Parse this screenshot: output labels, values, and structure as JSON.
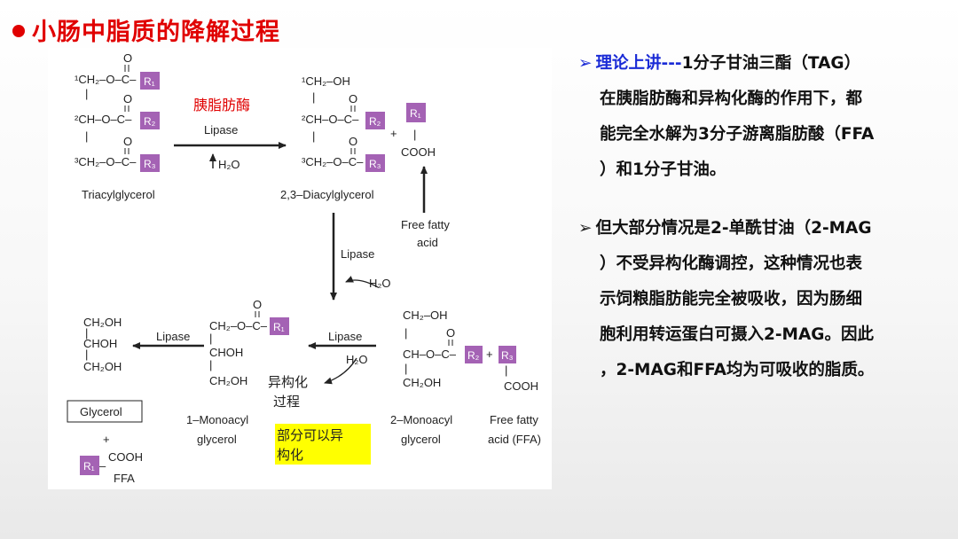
{
  "title": "小肠中脂质的降解过程",
  "colors": {
    "title": "#e00000",
    "accent_blue": "#1a2bd6",
    "r_box": "#a462b4",
    "highlight": "#ffff00"
  },
  "figure": {
    "tag_labels": {
      "c1": "1",
      "ch2o": "CH",
      "sub2": "2",
      "ochar": "–O–C–",
      "c2": "2",
      "ch": "CH–O–C–",
      "c3": "3",
      "oh": "–OH",
      "o": "O"
    },
    "r_labels": [
      "R",
      "1",
      "2",
      "3"
    ],
    "triacylglycerol": "Triacylglycerol",
    "diacylglycerol": "2,3–Diacylglycerol",
    "lipase_cn": "胰脂肪酶",
    "lipase": "Lipase",
    "water": "H",
    "water_o": "O",
    "plus": "+",
    "cooh": "COOH",
    "free_fatty_acid": [
      "Free fatty",
      "acid"
    ],
    "monoacyl_1": [
      "1–Monoacyl",
      "glycerol"
    ],
    "monoacyl_2": [
      "2–Monoacyl",
      "glycerol"
    ],
    "ffa": [
      "Free fatty",
      "acid (FFA)"
    ],
    "glycerol": "Glycerol",
    "ffa_short": "FFA",
    "isomerization": [
      "异构化",
      "过程"
    ],
    "partial": [
      "部分可以异",
      "构化"
    ],
    "ch2oh": "CH",
    "choh": "CHOH",
    "oh_suffix": "OH"
  },
  "side1": {
    "lead": "理论上讲---",
    "lines": [
      "1分子甘油三酯（TAG）",
      "在胰脂肪酶和异构化酶的作用下，都",
      "能完全水解为3分子游离脂肪酸（FFA",
      "）和1分子甘油。"
    ]
  },
  "side2": {
    "lines": [
      "但大部分情况是2-单酰甘油（2-MAG",
      "）不受异构化酶调控，这种情况也表",
      "示饲粮脂肪能完全被吸收，因为肠细",
      "胞利用转运蛋白可摄入2-MAG。因此",
      "，2-MAG和FFA均为可吸收的脂质。"
    ]
  }
}
